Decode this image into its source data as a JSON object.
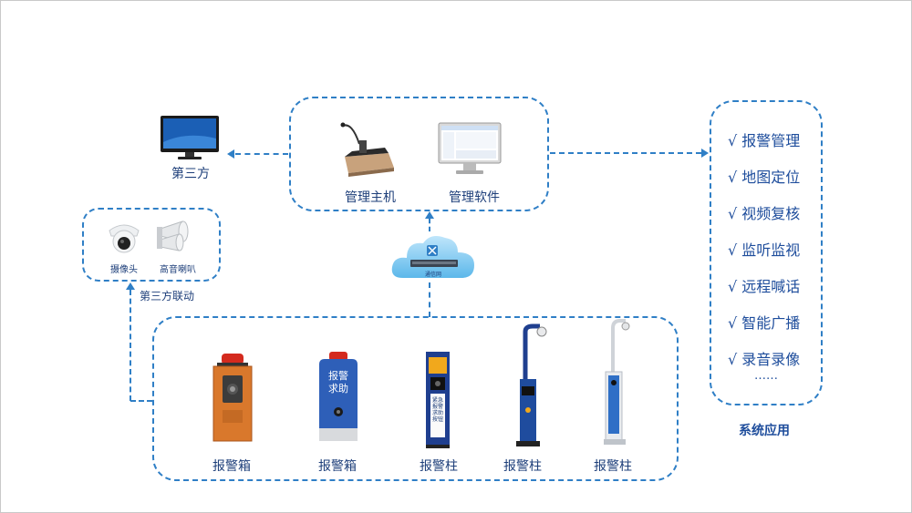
{
  "third_party": {
    "label": "第三方"
  },
  "management": {
    "host_label": "管理主机",
    "software_label": "管理软件"
  },
  "cloud": {
    "label": "通信网"
  },
  "linkage": {
    "title": "第三方联动",
    "camera_label": "摄像头",
    "speaker_label": "高音喇叭"
  },
  "devices": [
    {
      "label": "报警箱",
      "plate_text": ""
    },
    {
      "label": "报警箱",
      "plate_text": "报警 求助"
    },
    {
      "label": "报警柱",
      "plate_text": "紧急报警求助按钮"
    },
    {
      "label": "报警柱",
      "plate_text": ""
    },
    {
      "label": "报警柱",
      "plate_text": ""
    }
  ],
  "features": {
    "items": [
      "√ 报警管理",
      "√ 地图定位",
      "√ 视频复核",
      "√ 监听监视",
      "√ 远程喊话",
      "√ 智能广播",
      "√ 录音录像"
    ],
    "more": "……",
    "caption": "系统应用"
  },
  "colors": {
    "accent": "#2f7fc6",
    "text": "#1e3f7a",
    "feature_text": "#1e4d9c"
  }
}
